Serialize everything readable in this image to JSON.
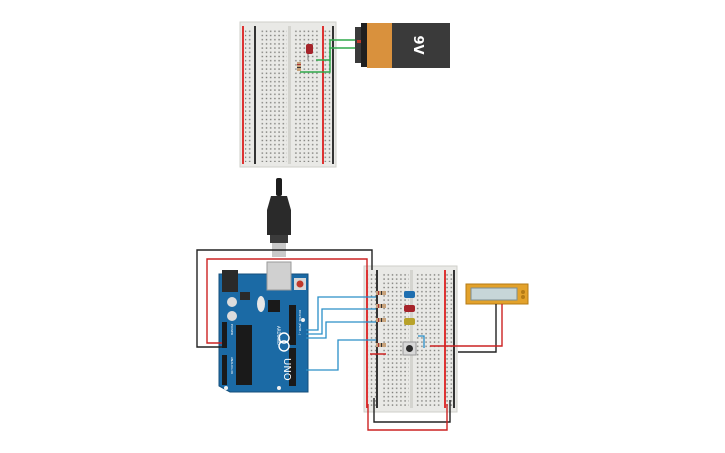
{
  "battery": {
    "label": "9V"
  },
  "arduino": {
    "brand": "UNO",
    "maker": "ARDUINO",
    "silk_left": "POWER",
    "silk_right": "DIGITAL (PWM~)",
    "silk_analog": "ANALOG IN"
  },
  "components": {
    "leds": [
      "blue",
      "red",
      "yellow"
    ],
    "small_led": "red",
    "lcd": "lcd-display"
  },
  "colors": {
    "board_blue": "#1b6aa5",
    "breadboard": "#e9e9e6",
    "wire_red": "#cc2222",
    "wire_black": "#222222",
    "wire_blue": "#2a8fc8",
    "wire_green": "#2fa84a",
    "lcd_frame": "#e3a22b",
    "lcd_screen": "#c7d6d8",
    "battery_orange": "#d9913d",
    "battery_dark": "#3a3a3a"
  }
}
